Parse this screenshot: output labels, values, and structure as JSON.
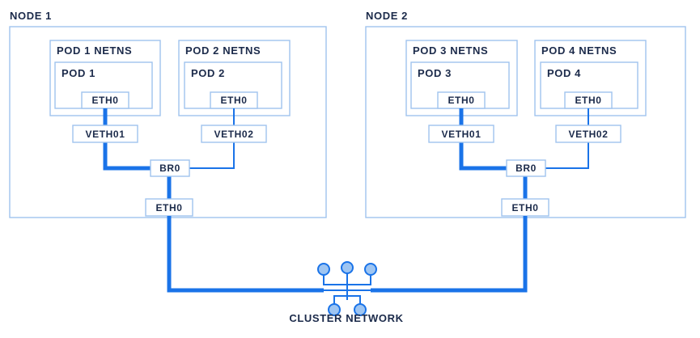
{
  "nodes": [
    {
      "title": "NODE 1",
      "netns": [
        {
          "label": "POD 1 NETNS",
          "pod": "POD 1",
          "eth": "ETH0",
          "veth": "VETH01"
        },
        {
          "label": "POD 2 NETNS",
          "pod": "POD 2",
          "eth": "ETH0",
          "veth": "VETH02"
        }
      ],
      "bridge": "BR0",
      "eth": "ETH0"
    },
    {
      "title": "NODE 2",
      "netns": [
        {
          "label": "POD 3 NETNS",
          "pod": "POD 3",
          "eth": "ETH0",
          "veth": "VETH01"
        },
        {
          "label": "POD 4 NETNS",
          "pod": "POD 4",
          "eth": "ETH0",
          "veth": "VETH02"
        }
      ],
      "bridge": "BR0",
      "eth": "ETH0"
    }
  ],
  "network": {
    "label": "CLUSTER NETWORK"
  },
  "colors": {
    "accent": "#1a73e8",
    "border": "#9fc3ee",
    "text": "#1b2a4a",
    "hub_fill": "#9ec5f2"
  }
}
